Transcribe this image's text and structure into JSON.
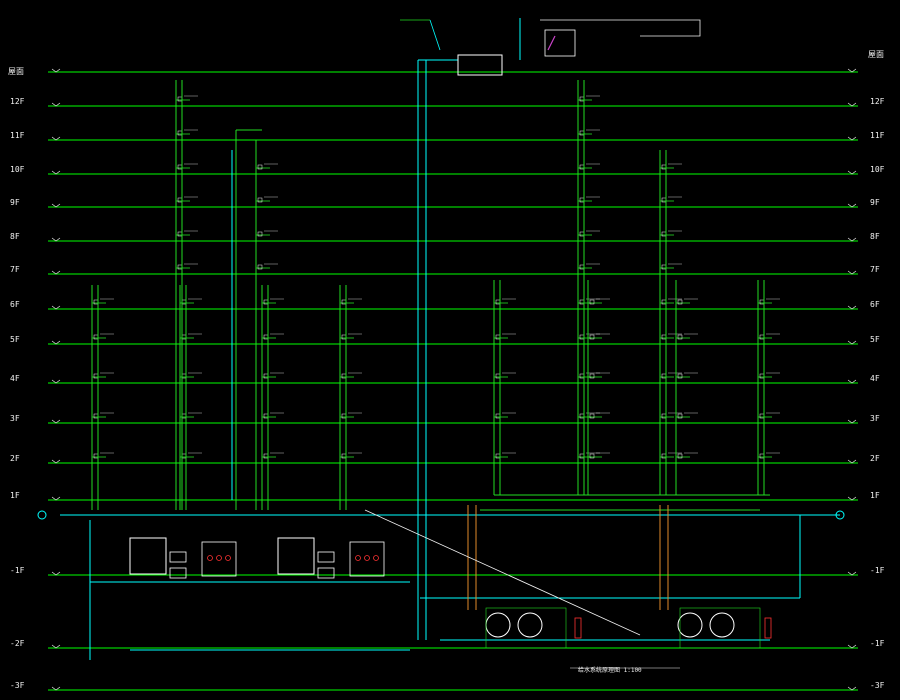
{
  "drawing": {
    "caption": "给水系统原理图  1:100",
    "roof_label_left": "屋面",
    "roof_label_right": "屋面"
  },
  "levels_left": [
    "12F",
    "11F",
    "10F",
    "9F",
    "8F",
    "7F",
    "6F",
    "5F",
    "4F",
    "3F",
    "2F",
    "1F",
    "-1F",
    "-2F",
    "-3F"
  ],
  "levels_right": [
    "12F",
    "11F",
    "10F",
    "9F",
    "8F",
    "7F",
    "6F",
    "5F",
    "4F",
    "3F",
    "2F",
    "1F",
    "-1F",
    "-1F",
    "-3F"
  ],
  "colors": {
    "background": "#000000",
    "floor_line": "#00ff00",
    "pipe_green": "#22dd22",
    "pipe_cyan": "#00ffff",
    "pipe_orange": "#e08a2a",
    "annotation": "#f2f2f2",
    "equipment": "#ffffff",
    "pump_accent": "#ff3333"
  }
}
